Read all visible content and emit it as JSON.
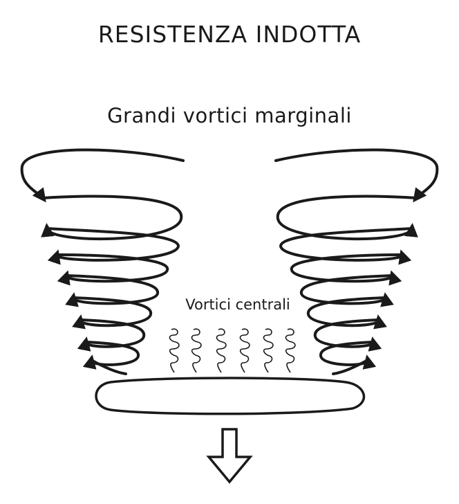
{
  "title": "RESISTENZA INDOTTA",
  "wingtip_label": "Grandi vortici marginali",
  "center_label": "Vortici centrali",
  "colors": {
    "ink": "#1a1a1a",
    "background": "#ffffff"
  },
  "icons": {
    "airflow": "spiral-vortex",
    "lift_direction": "down-arrow-outline"
  }
}
